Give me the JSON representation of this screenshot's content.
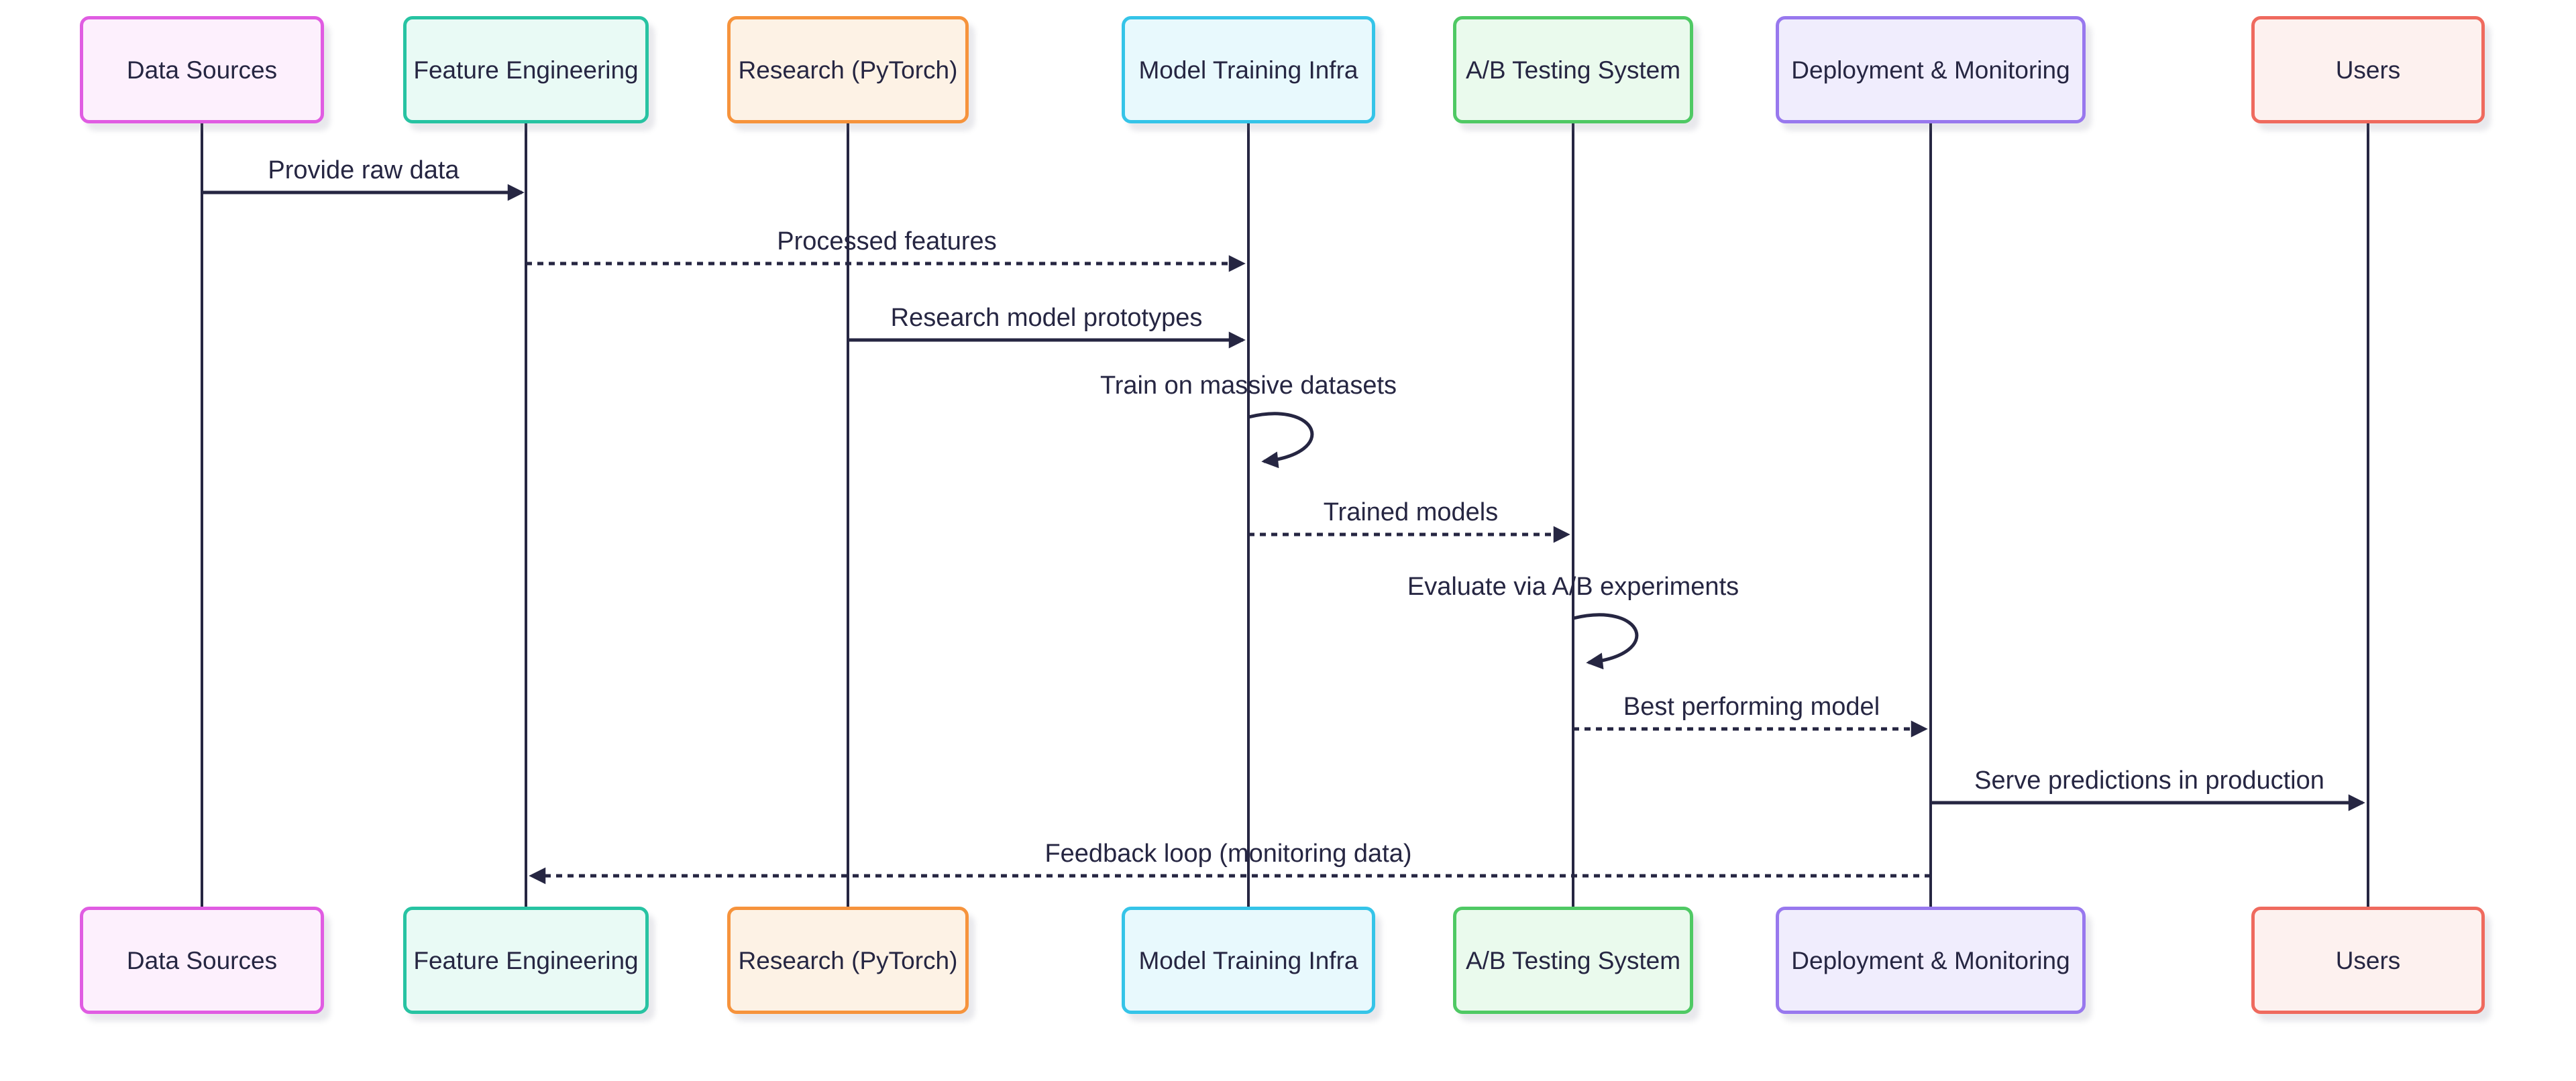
{
  "diagram": {
    "type": "sequence-diagram",
    "background_color": "#ffffff",
    "line_color": "#262642",
    "text_color": "#262642",
    "actors": [
      {
        "label": "Data Sources",
        "border_color": "#e05ce2",
        "fill_color": "#fdf0fd"
      },
      {
        "label": "Feature Engineering",
        "border_color": "#27c3a2",
        "fill_color": "#e9faf5"
      },
      {
        "label": "Research (PyTorch)",
        "border_color": "#f6933c",
        "fill_color": "#fdf2e5"
      },
      {
        "label": "Model Training Infra",
        "border_color": "#35c4e8",
        "fill_color": "#e8f9fd"
      },
      {
        "label": "A/B Testing System",
        "border_color": "#4fc964",
        "fill_color": "#eafaed"
      },
      {
        "label": "Deployment & Monitoring",
        "border_color": "#9878ee",
        "fill_color": "#f0edfd"
      },
      {
        "label": "Users",
        "border_color": "#ef6a5e",
        "fill_color": "#fdf1ef"
      }
    ],
    "messages": [
      {
        "label": "Provide raw data",
        "from": "Data Sources",
        "to": "Feature Engineering",
        "line": "solid",
        "kind": "message"
      },
      {
        "label": "Processed features",
        "from": "Feature Engineering",
        "to": "Model Training Infra",
        "line": "dotted",
        "kind": "message"
      },
      {
        "label": "Research model prototypes",
        "from": "Research (PyTorch)",
        "to": "Model Training Infra",
        "line": "solid",
        "kind": "message"
      },
      {
        "label": "Train on massive datasets",
        "from": "Model Training Infra",
        "to": "Model Training Infra",
        "line": "solid",
        "kind": "self-loop"
      },
      {
        "label": "Trained models",
        "from": "Model Training Infra",
        "to": "A/B Testing System",
        "line": "dotted",
        "kind": "message"
      },
      {
        "label": "Evaluate via A/B experiments",
        "from": "A/B Testing System",
        "to": "A/B Testing System",
        "line": "solid",
        "kind": "self-loop"
      },
      {
        "label": "Best performing model",
        "from": "A/B Testing System",
        "to": "Deployment & Monitoring",
        "line": "dotted",
        "kind": "message"
      },
      {
        "label": "Serve predictions in production",
        "from": "Deployment & Monitoring",
        "to": "Users",
        "line": "solid",
        "kind": "message"
      },
      {
        "label": "Feedback loop (monitoring data)",
        "from": "Deployment & Monitoring",
        "to": "Feature Engineering",
        "line": "dotted",
        "kind": "message"
      }
    ]
  }
}
